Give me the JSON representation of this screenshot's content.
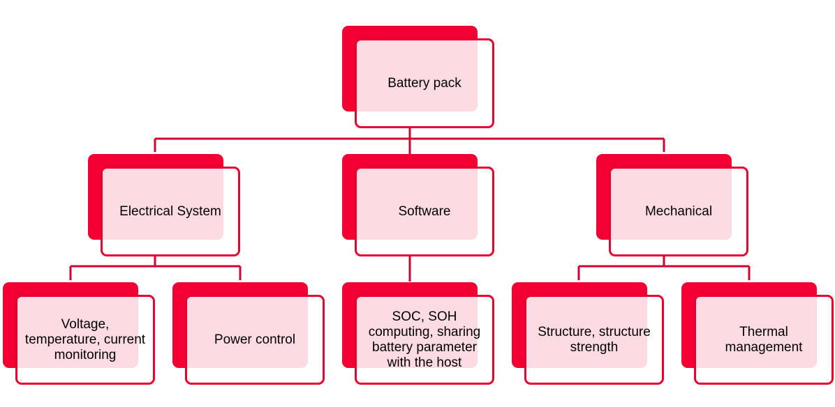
{
  "colors": {
    "accent": "#f20034",
    "connector": "#d40030",
    "text": "#000000"
  },
  "nodes": {
    "battery_pack": "Battery pack",
    "electrical_system": "Electrical System",
    "software": "Software",
    "mechanical": "Mechanical",
    "voltage_monitoring": "Voltage, temperature, current monitoring",
    "power_control": "Power control",
    "soc_soh": "SOC, SOH computing, sharing battery parameter with the host",
    "structure_strength": "Structure, structure strength",
    "thermal_management": "Thermal management"
  }
}
